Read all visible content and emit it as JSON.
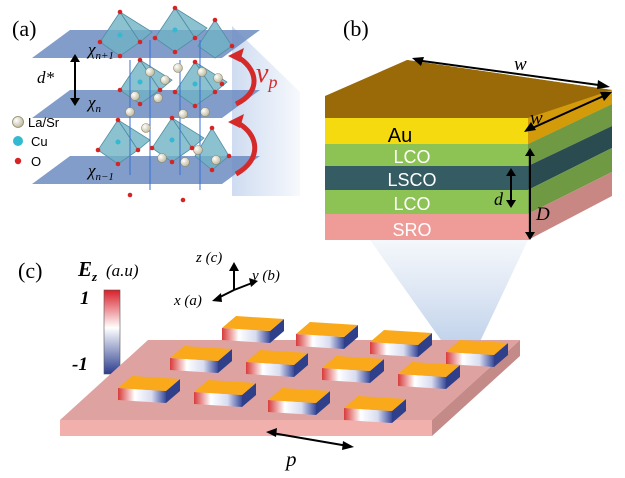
{
  "panels": {
    "a": "(a)",
    "b": "(b)",
    "c": "(c)"
  },
  "panel_a": {
    "chi_next": "χn+1",
    "chi_curr": "χn",
    "chi_prev": "χn−1",
    "d_star": "d*",
    "nu_p": "νp",
    "legend": [
      "La/Sr",
      "Cu",
      "O"
    ],
    "colors": {
      "la_sr": "#f4f1dc",
      "cu": "#33b9d2",
      "o": "#d62424",
      "plane": "#6d8cc2",
      "arrow": "#d42a2a"
    }
  },
  "panel_b": {
    "w_top": "w",
    "w_side": "w",
    "layers": [
      "Au",
      "LCO",
      "LSCO",
      "LCO",
      "SRO"
    ],
    "d": "d",
    "D": "D",
    "colors": {
      "au_top": "#9a6a08",
      "au": "#f6da10",
      "lco": "#8dc254",
      "lsco": "#345c62",
      "sro": "#ef9c98"
    }
  },
  "panel_c": {
    "ez_label": "E",
    "ez_sub": "z",
    "ez_unit": "(a.u)",
    "scale_max": "1",
    "scale_min": "-1",
    "axis_z": "z (c)",
    "axis_y": "y (b)",
    "axis_x": "x (a)",
    "p_label": "p",
    "colors": {
      "pad_top": "#f9a91a",
      "substrate_top": "#dea3a0",
      "substrate_side": "#f2b0ad"
    }
  }
}
